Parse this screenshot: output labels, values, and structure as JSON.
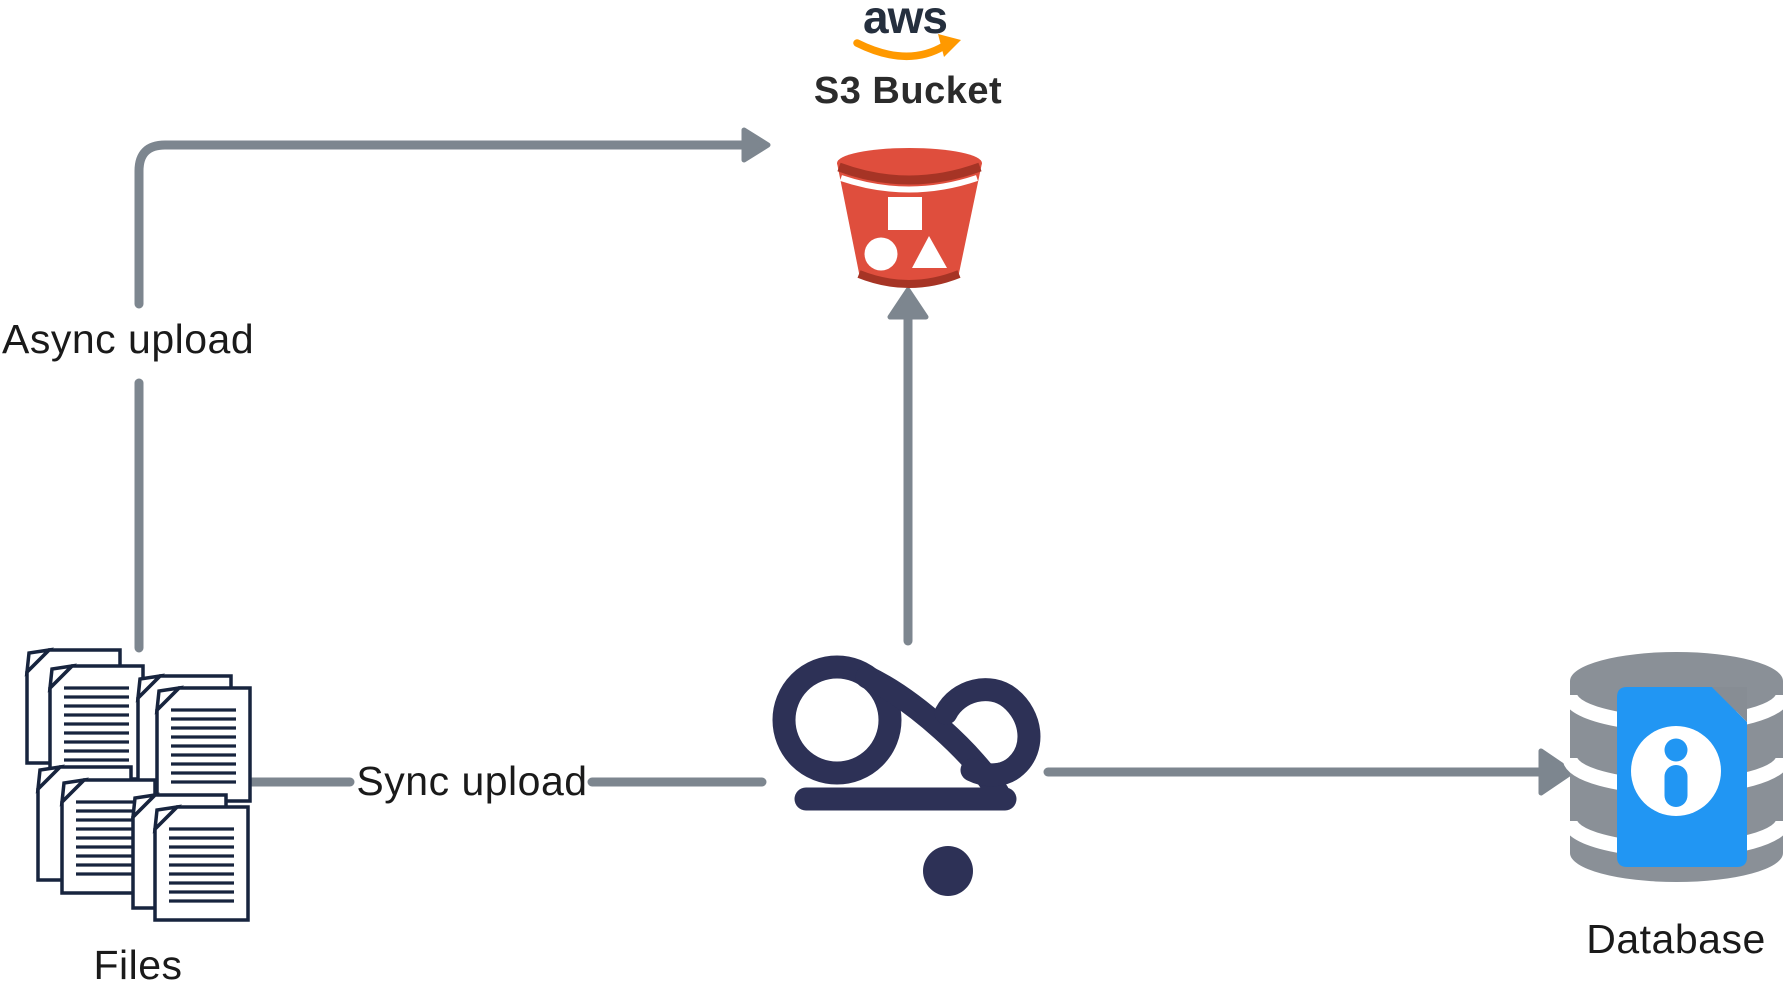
{
  "colors": {
    "arrow_gray": "#7D868F",
    "files_outline": "#17243E",
    "cloud_navy": "#2D3156",
    "bucket_red": "#DF4E3D",
    "bucket_dark_red": "#A63425",
    "db_gray": "#8A9097",
    "db_flap_gray": "#878D94",
    "db_blue": "#2196F3",
    "aws_navy": "#252F3E",
    "aws_orange": "#FF9900",
    "label_black": "#1A1A1A",
    "heading_black": "#2B2B2B"
  },
  "nodes": {
    "s3": {
      "logo_text": "aws",
      "label": "S3 Bucket",
      "icon": "s3-bucket-icon"
    },
    "files": {
      "label": "Files",
      "icon": "documents-stack-icon"
    },
    "cloud": {
      "icon": "cloud-swirl-logo-icon"
    },
    "database": {
      "label": "Database",
      "icon": "database-info-icon"
    }
  },
  "edges": {
    "async_upload": {
      "label": "Async upload",
      "from": "files",
      "to": "s3"
    },
    "sync_upload": {
      "label": "Sync upload",
      "from": "files",
      "to": "cloud"
    },
    "cloud_to_s3": {
      "from": "cloud",
      "to": "s3"
    },
    "cloud_to_database": {
      "from": "cloud",
      "to": "database"
    }
  }
}
